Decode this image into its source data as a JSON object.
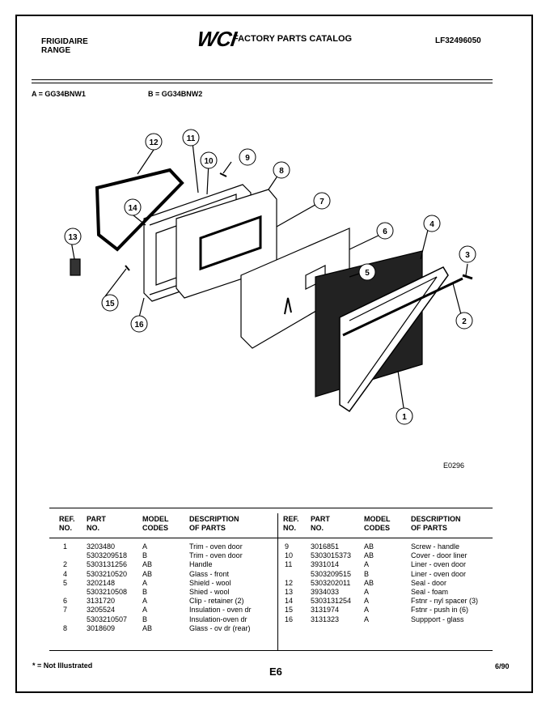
{
  "header": {
    "brand_line1": "FRIGIDAIRE",
    "brand_line2": "RANGE",
    "logo": "WCI",
    "catalog_title": "FACTORY PARTS CATALOG",
    "catalog_number": "LF32496050"
  },
  "models": {
    "a": "A = GG34BNW1",
    "b": "B = GG34BNW2"
  },
  "figure_id": "E0296",
  "callouts": [
    "1",
    "2",
    "3",
    "4",
    "5",
    "6",
    "7",
    "8",
    "9",
    "10",
    "11",
    "12",
    "13",
    "14",
    "15",
    "16"
  ],
  "table": {
    "headers": {
      "ref": [
        "REF.",
        "NO."
      ],
      "part": [
        "PART",
        "NO."
      ],
      "model": [
        "MODEL",
        "CODES"
      ],
      "desc": [
        "DESCRIPTION",
        "OF PARTS"
      ]
    },
    "left_rows": [
      {
        "ref": "1",
        "part": "3203480",
        "model": "A",
        "desc": "Trim - oven door"
      },
      {
        "ref": "",
        "part": "5303209518",
        "model": "B",
        "desc": "Trim - oven door"
      },
      {
        "ref": "2",
        "part": "5303131256",
        "model": "AB",
        "desc": "Handle"
      },
      {
        "ref": "4",
        "part": "5303210520",
        "model": "AB",
        "desc": "Glass - front"
      },
      {
        "ref": "5",
        "part": "3202148",
        "model": "A",
        "desc": "Shield - wool"
      },
      {
        "ref": "",
        "part": "5303210508",
        "model": "B",
        "desc": "Shied - wool"
      },
      {
        "ref": "6",
        "part": "3131720",
        "model": "A",
        "desc": "Clip - retainer (2)"
      },
      {
        "ref": "7",
        "part": "3205524",
        "model": "A",
        "desc": "Insulation - oven dr"
      },
      {
        "ref": "",
        "part": "5303210507",
        "model": "B",
        "desc": "Insulation-oven dr"
      },
      {
        "ref": "8",
        "part": "3018609",
        "model": "AB",
        "desc": "Glass - ov dr (rear)"
      }
    ],
    "right_rows": [
      {
        "ref": "9",
        "part": "3016851",
        "model": "AB",
        "desc": "Screw - handle"
      },
      {
        "ref": "10",
        "part": "5303015373",
        "model": "AB",
        "desc": "Cover - door liner"
      },
      {
        "ref": "11",
        "part": "3931014",
        "model": "A",
        "desc": "Liner - oven door"
      },
      {
        "ref": "",
        "part": "5303209515",
        "model": "B",
        "desc": "Liner - oven door"
      },
      {
        "ref": "12",
        "part": "5303202011",
        "model": "AB",
        "desc": "Seal - door"
      },
      {
        "ref": "13",
        "part": "3934033",
        "model": "A",
        "desc": "Seal - foam"
      },
      {
        "ref": "14",
        "part": "5303131254",
        "model": "A",
        "desc": "Fstnr - nyl spacer (3)"
      },
      {
        "ref": "15",
        "part": "3131974",
        "model": "A",
        "desc": "Fstnr - push in (6)"
      },
      {
        "ref": "16",
        "part": "3131323",
        "model": "A",
        "desc": "Suppport - glass"
      }
    ]
  },
  "footer": {
    "note": "* = Not Illustrated",
    "page": "E6",
    "date": "6/90"
  }
}
